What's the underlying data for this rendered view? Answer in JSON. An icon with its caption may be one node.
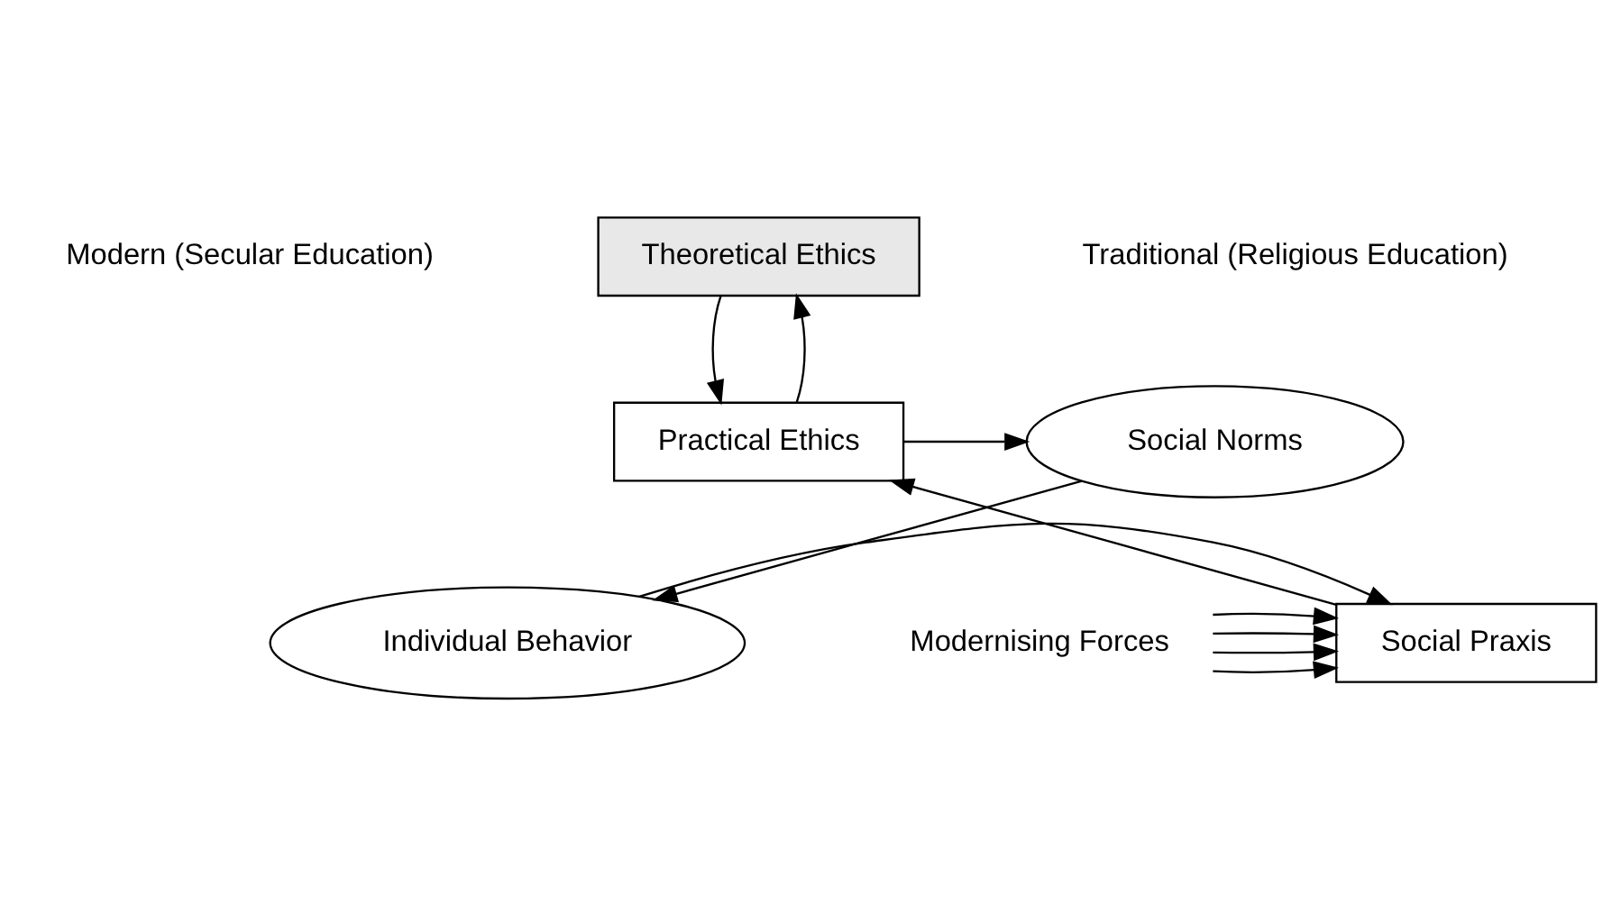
{
  "diagram": {
    "nodes": [
      {
        "text": [
          "Theoretical Ethics"
        ]
      },
      {
        "text": [
          "Practical Ethics"
        ]
      },
      {
        "text": [
          "Social Norms"
        ]
      },
      {
        "text": [
          "Individual Behavior"
        ]
      },
      {
        "text": [
          "Social Praxis"
        ]
      },
      {
        "text": [
          "Modernising Forces"
        ]
      }
    ],
    "edges": [
      {
        "from": 0,
        "to": 1,
        "arrow": "to"
      },
      {
        "from": 1,
        "to": 0,
        "arrow": "to"
      },
      {
        "from": 1,
        "to": 2,
        "arrow": "to"
      },
      {
        "from": 2,
        "to": 3,
        "arrow": "to"
      },
      {
        "from": 3,
        "to": 4,
        "arrow": "to"
      },
      {
        "from": 4,
        "to": 1,
        "arrow": "to"
      },
      {
        "from": 5,
        "to": 4,
        "arrow": "to"
      },
      {
        "from": 5,
        "to": 4,
        "arrow": "to"
      },
      {
        "from": 5,
        "to": 4,
        "arrow": "to"
      },
      {
        "from": 5,
        "to": 4,
        "arrow": "to"
      }
    ],
    "labels": [
      "Traditional (Religious Education)",
      "Modern (Secular Education)"
    ]
  }
}
